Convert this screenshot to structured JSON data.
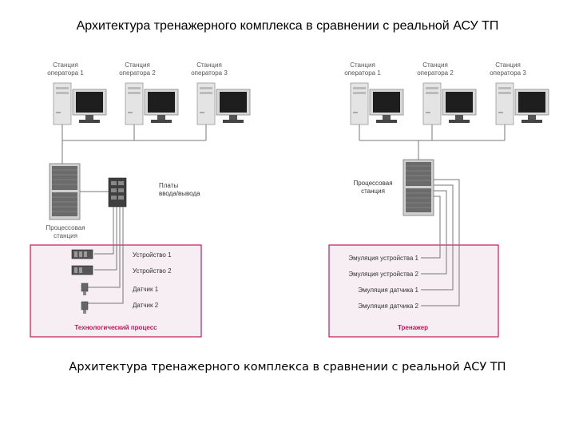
{
  "title": "Архитектура тренажерного комплекса в сравнении с реальной АСУ ТП",
  "caption": "Архитектура тренажерного комплекса в сравнении с реальной АСУ ТП",
  "colors": {
    "box_border": "#c2185b",
    "box_fill": "#f6eef3",
    "box_label": "#c2185b",
    "line": "#777777"
  },
  "left": {
    "stations": [
      {
        "line1": "Станция",
        "line2": "оператора 1"
      },
      {
        "line1": "Станция",
        "line2": "оператора 2"
      },
      {
        "line1": "Станция",
        "line2": "оператора 3"
      }
    ],
    "process_station": {
      "line1": "Процессовая",
      "line2": "станция"
    },
    "io_boards": {
      "line1": "Платы",
      "line2": "ввода/вывода"
    },
    "devices": [
      "Устройство 1",
      "Устройство 2",
      "Датчик 1",
      "Датчик 2"
    ],
    "box_label": "Технологический процесс"
  },
  "right": {
    "stations": [
      {
        "line1": "Станция",
        "line2": "оператора 1"
      },
      {
        "line1": "Станция",
        "line2": "оператора 2"
      },
      {
        "line1": "Станция",
        "line2": "оператора 3"
      }
    ],
    "process_station": {
      "line1": "Процессовая",
      "line2": "станция"
    },
    "emulations": [
      "Эмуляция устройства 1",
      "Эмуляция устройства 2",
      "Эмуляция датчика 1",
      "Эмуляция датчика 2"
    ],
    "box_label": "Тренажер"
  }
}
